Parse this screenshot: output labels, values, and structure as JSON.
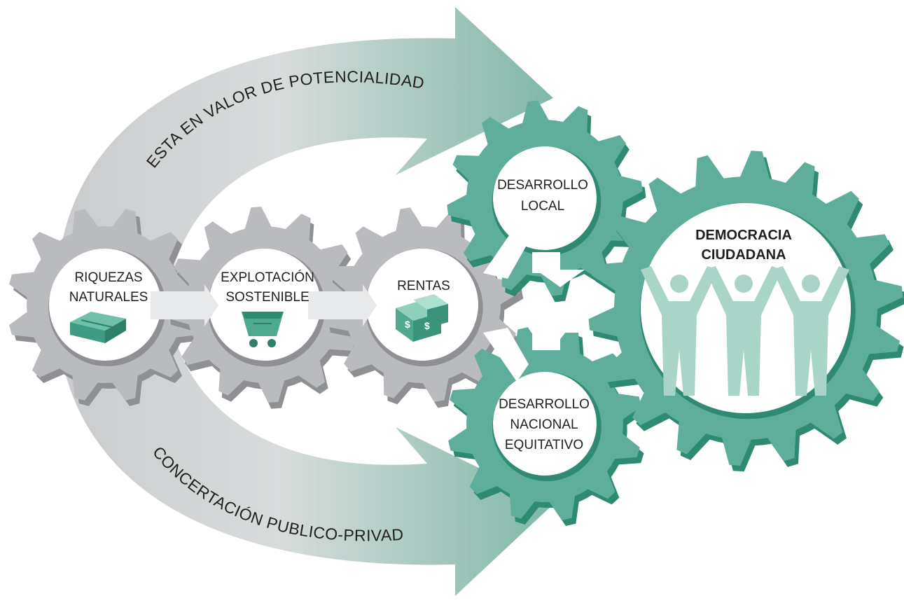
{
  "arrows": {
    "top_label": "PUESTA EN VALOR DE POTENCIALIDADES",
    "bottom_label": "CONCERTACIÓN PUBLICO-PRIVADA"
  },
  "gears": {
    "riquezas": {
      "line1": "RIQUEZAS",
      "line2": "NATURALES",
      "icon": "gold-bar-icon"
    },
    "explotacion": {
      "line1": "EXPLOTACIÓN",
      "line2": "SOSTENIBLE",
      "icon": "mine-cart-icon"
    },
    "rentas": {
      "line1": "RENTAS",
      "icon": "money-stack-icon"
    },
    "desarrollo_local": {
      "line1": "DESARROLLO",
      "line2": "LOCAL"
    },
    "desarrollo_nacional": {
      "line1": "DESARROLLO",
      "line2": "NACIONAL",
      "line3": "EQUITATIVO"
    },
    "democracia": {
      "line1": "DEMOCRACIA",
      "line2": "CIUDADANA",
      "icon": "people-group-icon"
    }
  },
  "colors": {
    "teal": "#5fae9c",
    "teal_dark": "#2f8a72",
    "grey": "#b9bbbe",
    "grey_dark": "#8e9094",
    "people": "#a9d4c8"
  }
}
